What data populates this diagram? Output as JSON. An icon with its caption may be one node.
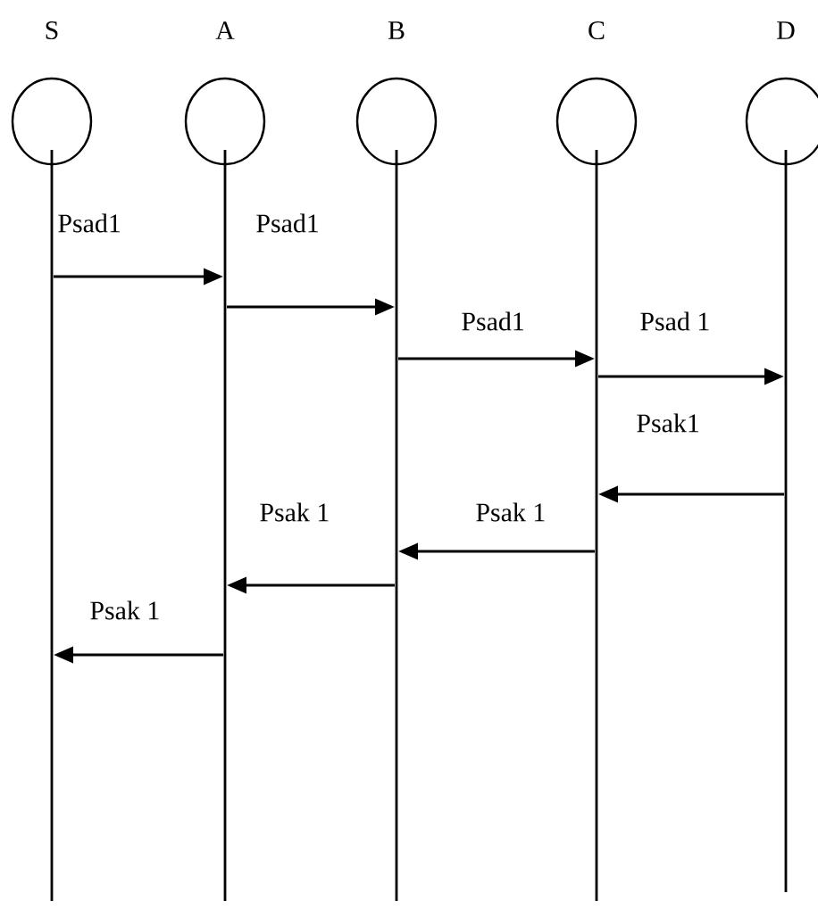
{
  "diagram": {
    "nodes": [
      {
        "text": [
          "S"
        ]
      },
      {
        "text": [
          "A"
        ]
      },
      {
        "text": [
          "B"
        ]
      },
      {
        "text": [
          "C"
        ]
      },
      {
        "text": [
          "D"
        ]
      }
    ],
    "edges": [
      {
        "from": 0,
        "to": 1,
        "arrow": "to",
        "label": "Psad1"
      },
      {
        "from": 1,
        "to": 2,
        "arrow": "to",
        "label": "Psad1"
      },
      {
        "from": 2,
        "to": 3,
        "arrow": "to",
        "label": "Psad1"
      },
      {
        "from": 3,
        "to": 4,
        "arrow": "to",
        "label": "Psad 1"
      },
      {
        "from": 4,
        "to": 3,
        "arrow": "to",
        "label": "Psak1"
      },
      {
        "from": 3,
        "to": 2,
        "arrow": "to",
        "label": "Psak 1"
      },
      {
        "from": 2,
        "to": 1,
        "arrow": "to",
        "label": "Psak 1"
      },
      {
        "from": 1,
        "to": 0,
        "arrow": "to",
        "label": "Psak 1"
      }
    ]
  }
}
